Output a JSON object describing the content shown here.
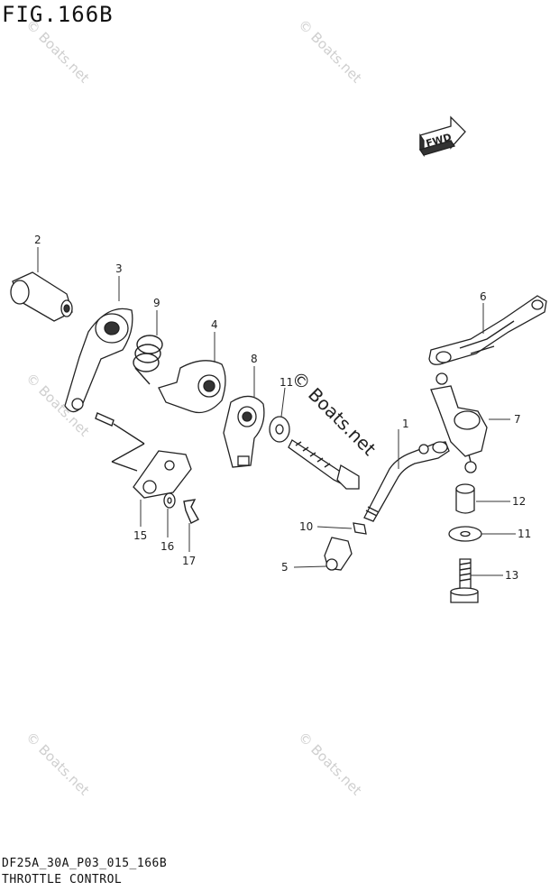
{
  "figure": {
    "title": "FIG.166B",
    "code": "DF25A_30A_P03_015_166B",
    "name": "THROTTLE CONTROL"
  },
  "fwd_label": "FWD",
  "watermark": "© Boats.net",
  "part_numbers": [
    "1",
    "2",
    "3",
    "4",
    "5",
    "6",
    "7",
    "8",
    "9",
    "10",
    "11",
    "11",
    "12",
    "13",
    "15",
    "16",
    "17"
  ]
}
